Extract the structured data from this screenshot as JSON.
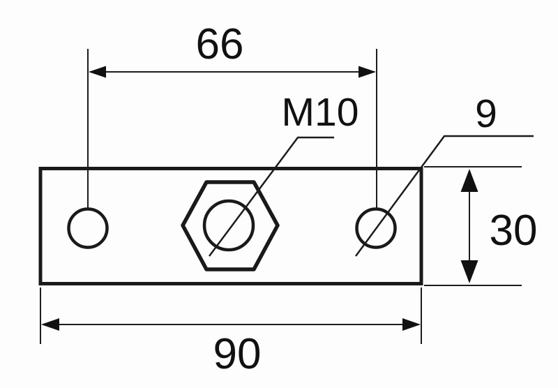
{
  "drawing": {
    "labels": {
      "hole_spacing": "66",
      "thread_size": "M10",
      "hole_diameter": "9",
      "plate_height": "30",
      "plate_width": "90"
    },
    "colors": {
      "background": "#fdfdfd",
      "plate_fill": "#9a9a9a",
      "line": "#1a1a1a",
      "hole_fill": "#fdfdfd"
    }
  }
}
